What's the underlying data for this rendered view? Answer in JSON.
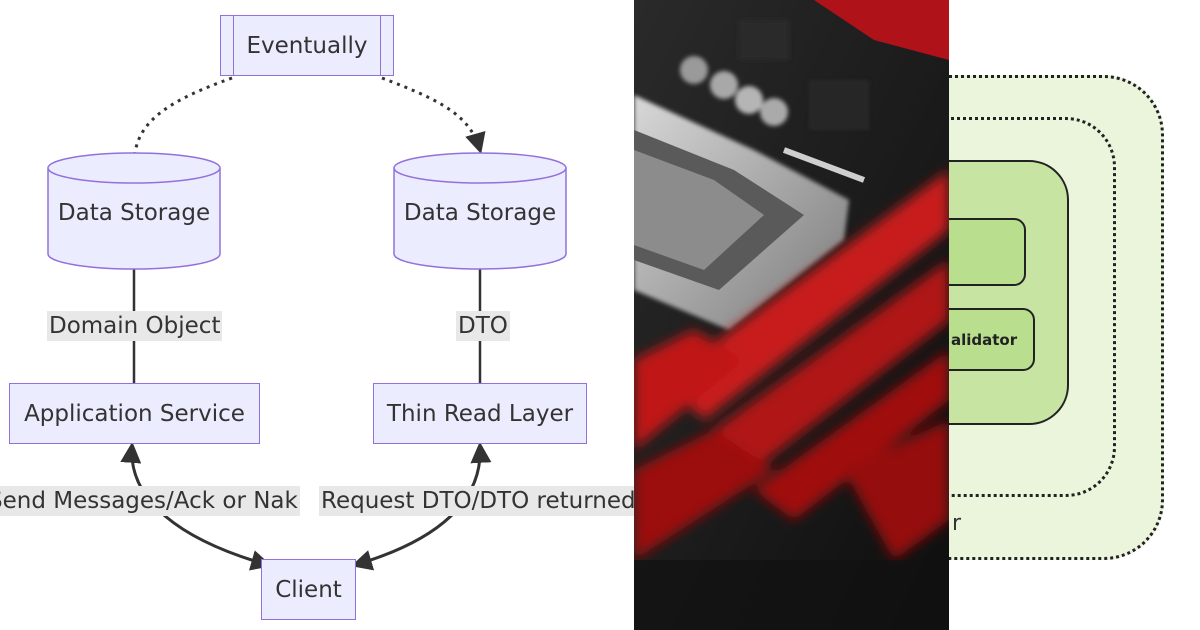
{
  "left_diagram": {
    "nodes": {
      "eventually": "Eventually",
      "storage_left": "Data Storage",
      "storage_right": "Data Storage",
      "app_service": "Application Service",
      "thin_read": "Thin Read Layer",
      "client": "Client"
    },
    "edge_labels": {
      "domain_object": "Domain Object",
      "dto": "DTO",
      "send_messages": "Send Messages/Ack or Nak",
      "request_dto": "Request DTO/DTO returned"
    },
    "colors": {
      "node_fill": "#ececff",
      "node_stroke": "#9370db",
      "edge": "#333333",
      "label_bg": "#e8e8e8"
    }
  },
  "middle_photo": {
    "subject": "computer motherboard with red RAM slots and CPU socket",
    "colors": {
      "dark": "#1a1a1a",
      "red": "#c01818",
      "silver": "#b8b8b8"
    }
  },
  "right_diagram": {
    "labels": {
      "validator": "alidator",
      "outer_caption": "r"
    },
    "colors": {
      "outer_fill": "#eaf5dc",
      "inner_fill": "#c8e4a3",
      "box_fill": "#b9df8e",
      "border": "#222222"
    }
  }
}
